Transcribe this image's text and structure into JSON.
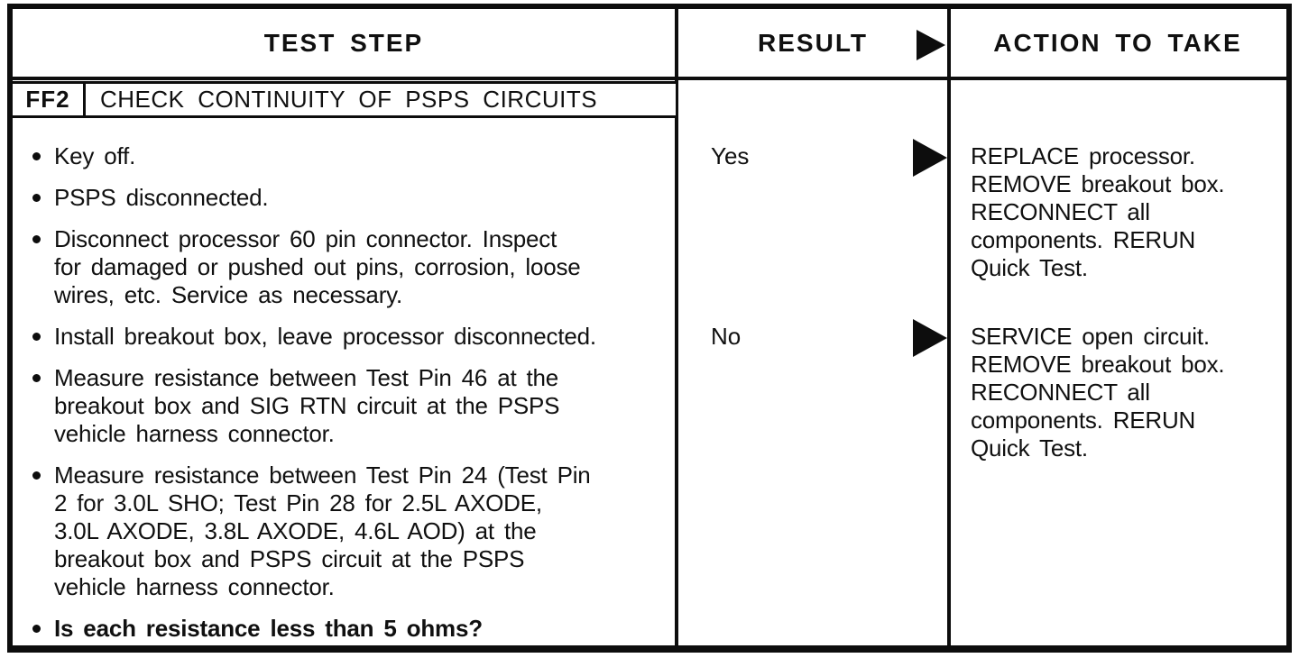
{
  "colors": {
    "ink": "#0d0d0d",
    "paper": "#ffffff"
  },
  "header": {
    "test_step": "TEST STEP",
    "result": "RESULT",
    "action_to_take": "ACTION TO TAKE"
  },
  "test": {
    "code": "FF2",
    "title": "CHECK CONTINUITY OF PSPS CIRCUITS"
  },
  "steps": [
    {
      "text": "Key off."
    },
    {
      "text": "PSPS disconnected."
    },
    {
      "text": "Disconnect processor 60 pin connector. Inspect\nfor damaged or pushed out pins, corrosion, loose\nwires, etc. Service as necessary."
    },
    {
      "text": "Install breakout box, leave processor disconnected."
    },
    {
      "text": "Measure resistance between Test Pin 46 at the\nbreakout box and SIG RTN circuit at the PSPS\nvehicle harness connector."
    },
    {
      "text": "Measure resistance between Test Pin 24 (Test Pin\n2 for 3.0L SHO; Test Pin 28 for 2.5L AXODE,\n3.0L AXODE, 3.8L AXODE, 4.6L AOD) at the\nbreakout box and PSPS circuit at the PSPS\nvehicle harness connector."
    },
    {
      "text": "Is each resistance less than 5 ohms?"
    }
  ],
  "results": [
    {
      "label": "Yes",
      "action": "REPLACE processor.\nREMOVE breakout box.\nRECONNECT all\ncomponents. RERUN\nQuick Test."
    },
    {
      "label": "No",
      "action": "SERVICE open circuit.\nREMOVE breakout box.\nRECONNECT all\ncomponents. RERUN\nQuick Test."
    }
  ]
}
